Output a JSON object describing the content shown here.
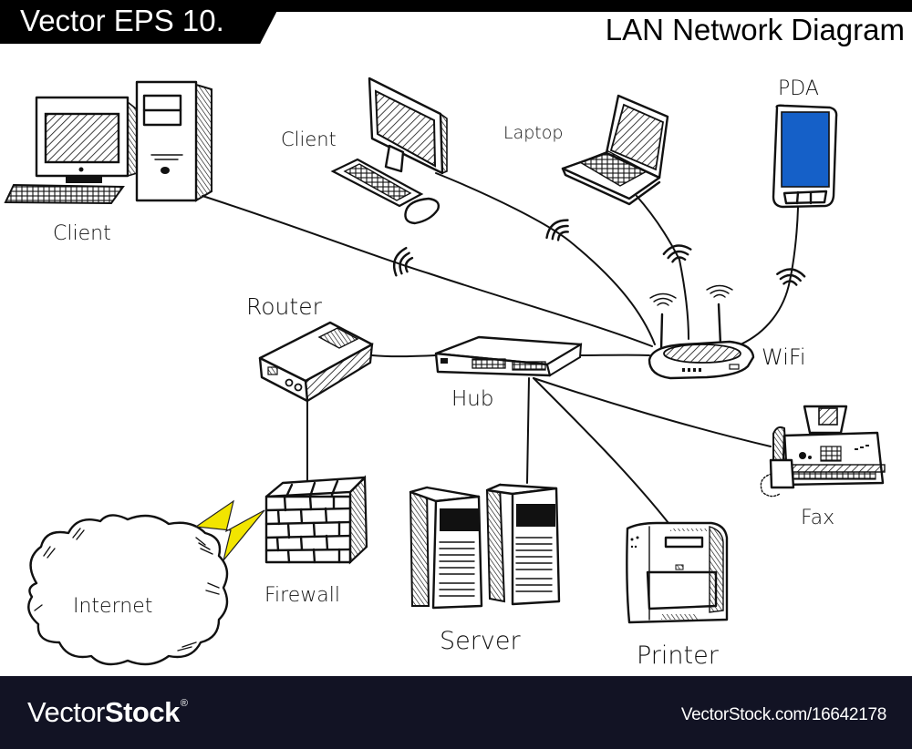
{
  "header": {
    "badge": "Vector EPS 10.",
    "title": "LAN Network Diagram"
  },
  "nodes": {
    "client_desktop": {
      "label": "Client",
      "type": "desktop-tower"
    },
    "client_monitor": {
      "label": "Client",
      "type": "desktop-monitor"
    },
    "laptop": {
      "label": "Laptop",
      "type": "laptop"
    },
    "pda": {
      "label": "PDA",
      "type": "pda",
      "screen_color": "#1560c8"
    },
    "wifi": {
      "label": "WiFi",
      "type": "wireless-router"
    },
    "router": {
      "label": "Router",
      "type": "router"
    },
    "hub": {
      "label": "Hub",
      "type": "hub"
    },
    "fax": {
      "label": "Fax",
      "type": "fax"
    },
    "firewall": {
      "label": "Firewall",
      "type": "firewall"
    },
    "internet": {
      "label": "Internet",
      "type": "cloud"
    },
    "server": {
      "label": "Server",
      "type": "server"
    },
    "printer": {
      "label": "Printer",
      "type": "printer"
    }
  },
  "connections": [
    {
      "from": "Client",
      "to": "WiFi",
      "kind": "wireless"
    },
    {
      "from": "Client",
      "to": "WiFi",
      "kind": "wireless"
    },
    {
      "from": "Laptop",
      "to": "WiFi",
      "kind": "wireless"
    },
    {
      "from": "PDA",
      "to": "WiFi",
      "kind": "wireless"
    },
    {
      "from": "Router",
      "to": "Hub",
      "kind": "wired"
    },
    {
      "from": "Hub",
      "to": "WiFi",
      "kind": "wired"
    },
    {
      "from": "Hub",
      "to": "Fax",
      "kind": "wired"
    },
    {
      "from": "Hub",
      "to": "Server",
      "kind": "wired"
    },
    {
      "from": "Hub",
      "to": "Printer",
      "kind": "wired"
    },
    {
      "from": "Router",
      "to": "Firewall",
      "kind": "wired"
    },
    {
      "from": "Firewall",
      "to": "Internet",
      "kind": "lightning"
    }
  ],
  "colors": {
    "lightning": "#f2e500",
    "footer_bg": "#121324"
  },
  "footer": {
    "brand_light": "Vector",
    "brand_bold": "Stock",
    "brand_mark": "®",
    "url": "VectorStock.com/16642178"
  }
}
